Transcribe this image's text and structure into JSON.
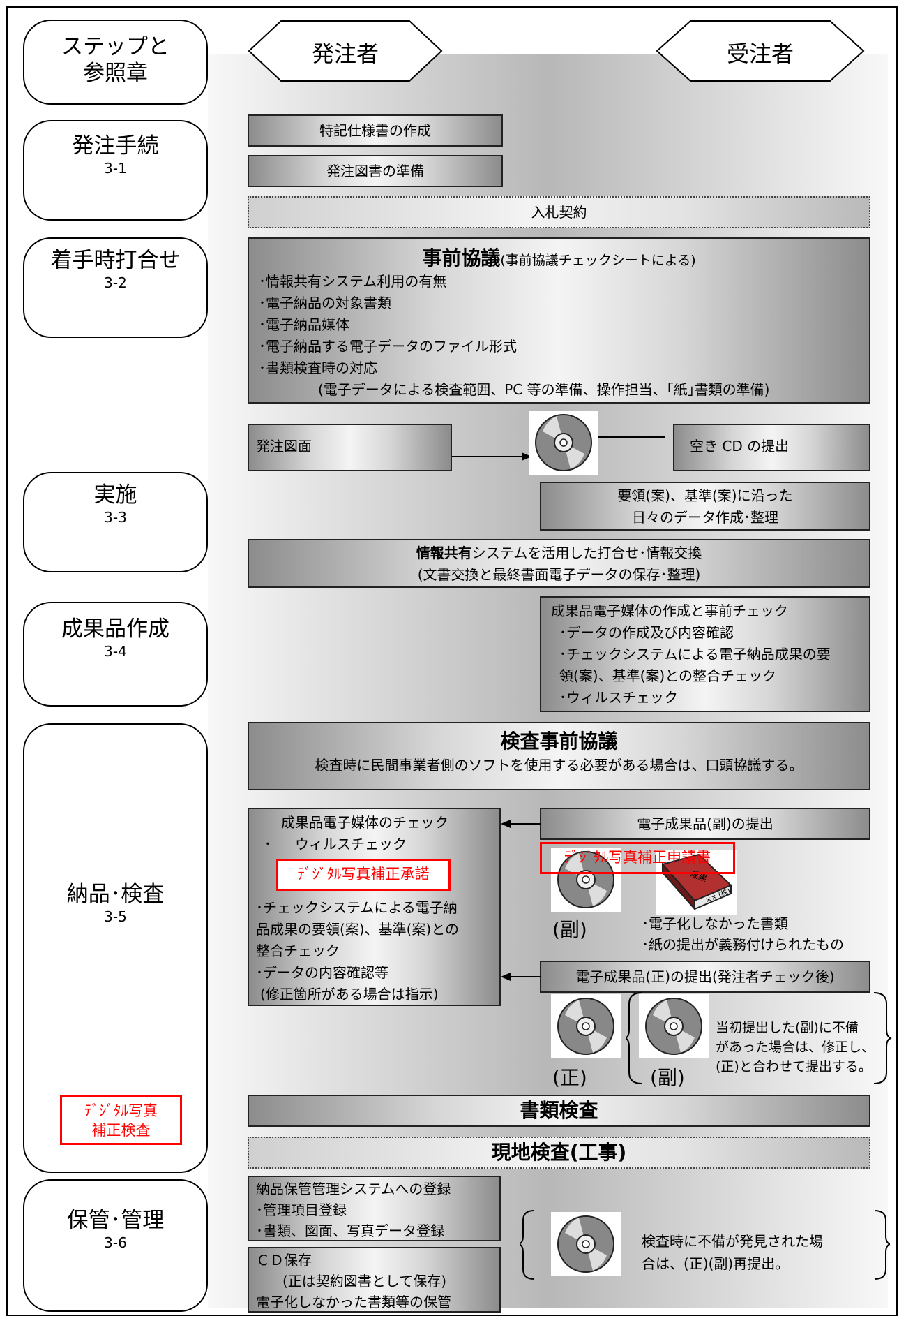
{
  "header": {
    "left_actor": "発注者",
    "right_actor": "受注者"
  },
  "steps": [
    {
      "title_line1": "ステップと",
      "title_line2": "参照章"
    },
    {
      "title": "発注手続",
      "number": "3-1"
    },
    {
      "title": "着手時打合せ",
      "number": "3-2"
    },
    {
      "title": "実施",
      "number": "3-3"
    },
    {
      "title": "成果品作成",
      "number": "3-4"
    },
    {
      "title": "納品･検査",
      "number": "3-5"
    },
    {
      "title": "保管･管理",
      "number": "3-6"
    }
  ],
  "ordering": {
    "special_spec": "特記仕様書の作成",
    "order_docs": "発注図書の準備",
    "bid_contract": "入札契約"
  },
  "pre_meeting": {
    "title": "事前協議",
    "subtitle": "(事前協議チェックシートによる)",
    "items": [
      "･情報共有システム利用の有無",
      "･電子納品の対象書類",
      "･電子納品媒体",
      "･電子納品する電子データのファイル形式",
      "･書類検査時の対応"
    ],
    "note": "(電子データによる検査範囲、PC 等の準備、操作担当、｢紙｣書類の準備)"
  },
  "exchange": {
    "order_drawing": "発注図面",
    "empty_cd": "空き CD の提出"
  },
  "implementation": {
    "daily_line1": "要領(案)、基準(案)に沿った",
    "daily_line2": "日々のデータ作成･整理",
    "info_share_bold": "情報共有",
    "info_share_rest": "システムを活用した打合せ･情報交換",
    "info_share_line2": "(文書交換と最終書面電子データの保存･整理)"
  },
  "deliverable": {
    "lines": [
      "成果品電子媒体の作成と事前チェック",
      "･データの作成及び内容確認",
      "･チェックシステムによる電子納品成果の要",
      "領(案)、基準(案)との整合チェック",
      "･ウィルスチェック"
    ]
  },
  "inspection_pre": {
    "title": "検査事前協議",
    "body": "検査時に民間事業者側のソフトを使用する必要がある場合は、口頭協議する。"
  },
  "delivery": {
    "check_title": "成果品電子媒体のチェック",
    "virus_dot": "･",
    "virus_check": "ウィルスチェック",
    "photo_approval": "ﾃﾞｼﾞﾀﾙ写真補正承諾",
    "check_lines": [
      "･チェックシステムによる電子納",
      "品成果の要領(案)、基準(案)との",
      "整合チェック",
      "･データの内容確認等",
      " (修正箇所がある場合は指示)"
    ],
    "copy_submit": "電子成果品(副)の提出",
    "photo_request": "ﾃﾞｼﾞﾀﾙ写真補正申請書",
    "copy_label": "(副)",
    "paper_item1": "･電子化しなかった書類",
    "paper_item2": "･紙の提出が義務付けられたもの",
    "original_submit": "電子成果品(正)の提出(発注者チェック後)",
    "original_label": "(正)",
    "copy_label2": "(副)",
    "note_line1": "当初提出した(副)に不備",
    "note_line2": "があった場合は、修正し、",
    "note_line3": "(正)と合わせて提出する。",
    "book_text1": "成果",
    "book_text2": "×× (株)"
  },
  "photo_inspection_line1": "ﾃﾞｼﾞﾀﾙ写真",
  "photo_inspection_line2": "補正検査",
  "document_inspection": "書類検査",
  "site_inspection": "現地検査(工事)",
  "storage": {
    "register_title": "納品保管管理システムへの登録",
    "register_item1": "･管理項目登録",
    "register_item2": "･書類、図面、写真データ登録",
    "cd_title": "ＣＤ保存",
    "cd_item1": "(正は契約図書として保存)",
    "cd_item2": "電子化しなかった書類等の保管",
    "resubmit_line1": "検査時に不備が発見された場",
    "resubmit_line2": "合は、(正)(副)再提出。"
  }
}
